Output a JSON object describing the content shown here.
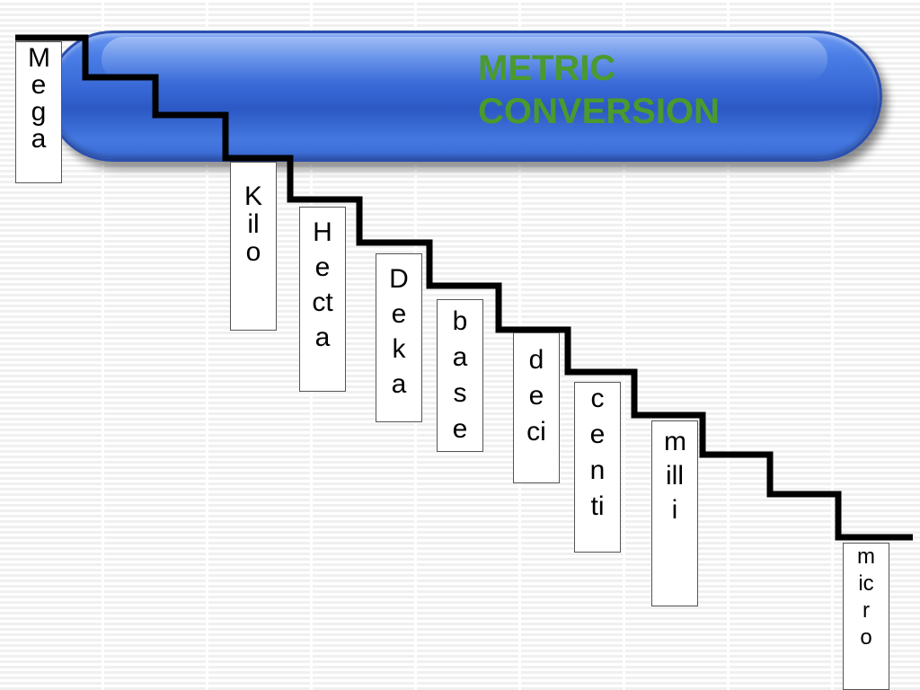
{
  "title": "METRIC\nCONVERSION",
  "colors": {
    "title": "#4a9a2e",
    "banner": "#3767d4",
    "stairs": "#000000",
    "label_box": "#ffffff"
  },
  "prefixes": [
    {
      "name": "Mega"
    },
    {
      "name": "Kilo"
    },
    {
      "name": "Hecta"
    },
    {
      "name": "Deka"
    },
    {
      "name": "base"
    },
    {
      "name": "deci"
    },
    {
      "name": "centi"
    },
    {
      "name": "milli"
    },
    {
      "name": "micro"
    }
  ]
}
